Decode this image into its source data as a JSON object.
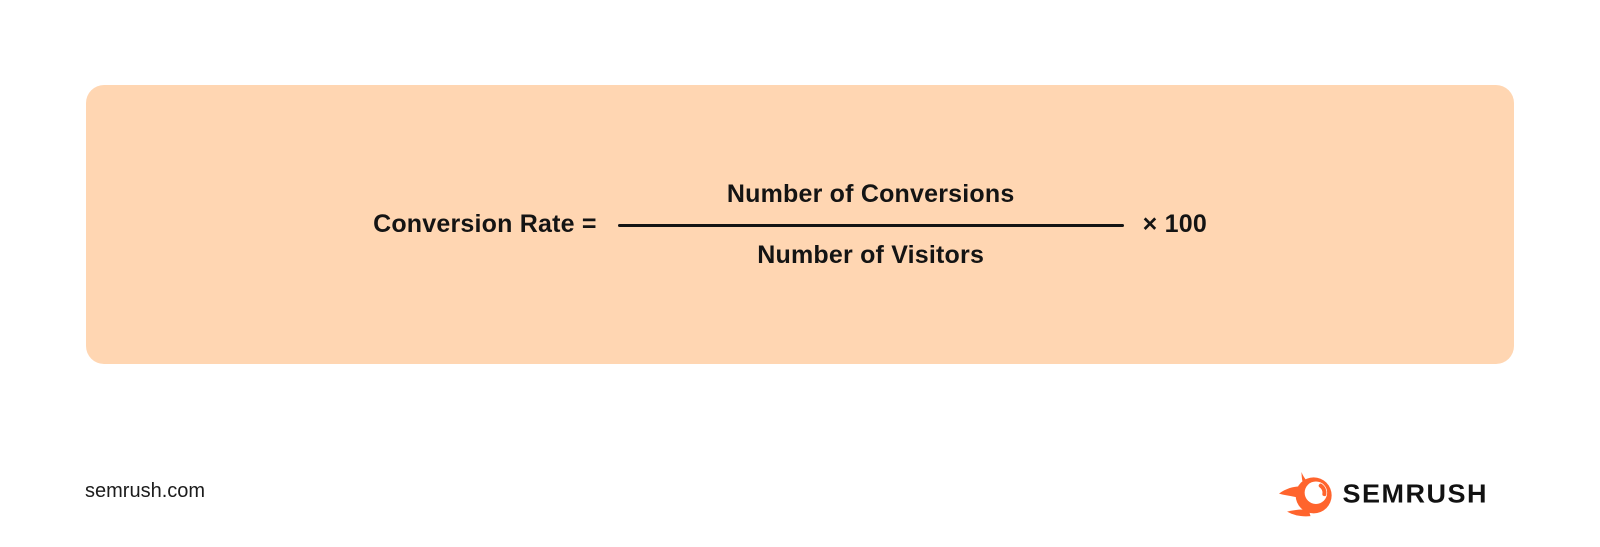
{
  "card": {
    "formula": {
      "lhs": "Conversion Rate =",
      "numerator": "Number of Conversions",
      "denominator": "Number of Visitors",
      "multiplier": "× 100"
    }
  },
  "footer": {
    "website": "semrush.com",
    "brand": "SEMRUSH"
  },
  "icons": {
    "semrush_flame": "semrush-flame-icon"
  },
  "colors": {
    "page_background": "#FFFFFF",
    "card_background": "#FFD6B2",
    "brand_orange": "#FF642D",
    "text": "#141414"
  }
}
